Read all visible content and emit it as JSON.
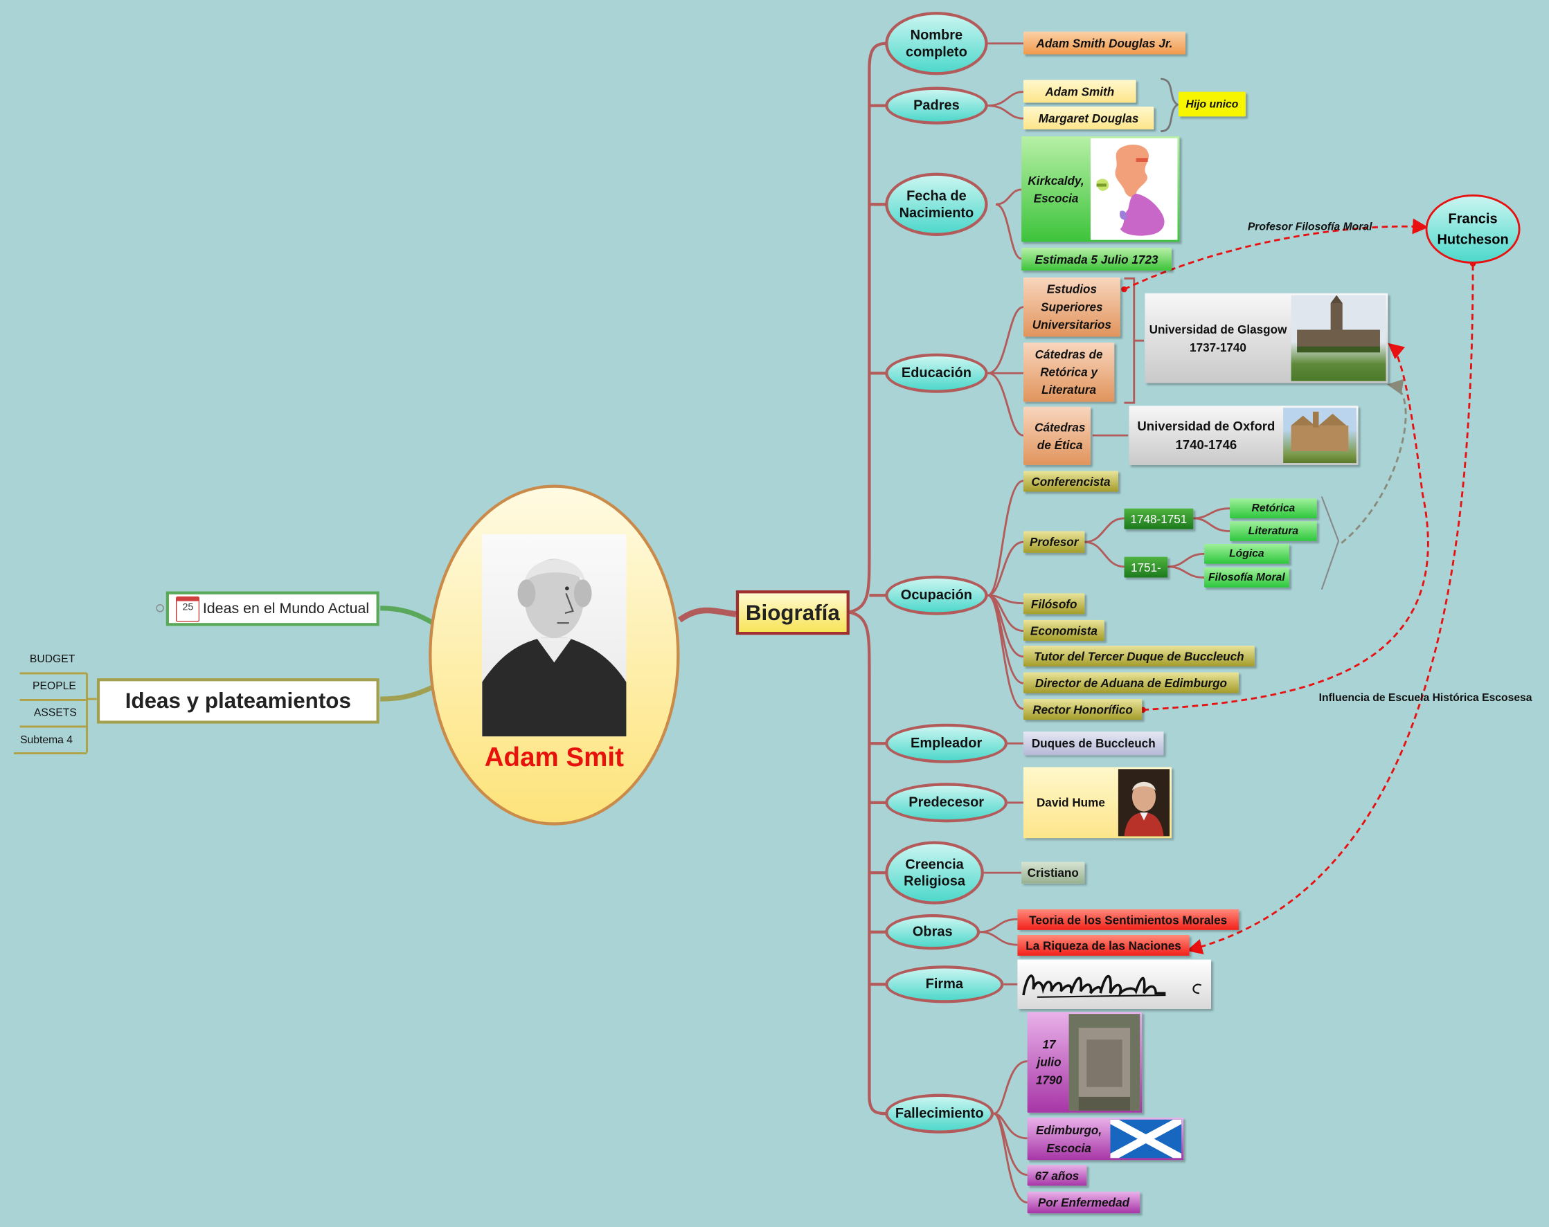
{
  "central": {
    "title": "Adam Smit"
  },
  "left": {
    "ideas_world": "Ideas en el Mundo Actual",
    "calendar_day": "25",
    "ideas_planteamientos": "Ideas y plateamientos",
    "subtopics": [
      "BUDGET",
      "PEOPLE",
      "ASSETS",
      "Subtema 4"
    ]
  },
  "biografia": {
    "title": "Biografía"
  },
  "branches": {
    "nombre": {
      "label": "Nombre completo",
      "value": "Adam Smith Douglas Jr."
    },
    "padres": {
      "label": "Padres",
      "father": "Adam Smith",
      "mother": "Margaret Douglas",
      "note": "Hijo unico"
    },
    "nacimiento": {
      "label": "Fecha de Nacimiento",
      "place": "Kirkcaldy, Escocia",
      "date": "Estimada 5 Julio 1723"
    },
    "educacion": {
      "label": "Educación",
      "estudios": "Estudios Superiores Universitarios",
      "catedras_ret": "Cátedras de Retórica y Literatura",
      "catedras_etica": "Cátedras de Ética",
      "glasgow": "Universidad de Glasgow 1737-1740",
      "oxford": "Universidad de Oxford 1740-1746"
    },
    "ocupacion": {
      "label": "Ocupación",
      "conferencista": "Conferencista",
      "profesor": "Profesor",
      "period1": "1748-1751",
      "period2": "1751-",
      "retorica": "Retórica",
      "literatura": "Literatura",
      "logica": "Lógica",
      "filosofia_moral": "Filosofía Moral",
      "filosofo": "Filósofo",
      "economista": "Economista",
      "tutor": "Tutor del Tercer Duque de Buccleuch",
      "director": "Director de Aduana de Edimburgo",
      "rector": "Rector Honorífico"
    },
    "empleador": {
      "label": "Empleador",
      "value": "Duques de Buccleuch"
    },
    "predecesor": {
      "label": "Predecesor",
      "value": "David Hume"
    },
    "creencia": {
      "label": "Creencia Religiosa",
      "value": "Cristiano"
    },
    "obras": {
      "label": "Obras",
      "work1": "Teoria de los Sentimientos Morales",
      "work2": "La Riqueza de las Naciones"
    },
    "firma": {
      "label": "Firma",
      "signature": "Adam Smith"
    },
    "fallecimiento": {
      "label": "Fallecimiento",
      "date": "17 julio 1790",
      "place": "Edimburgo, Escocia",
      "age": "67 años",
      "cause": "Por Enfermedad"
    }
  },
  "relations": {
    "hutcheson": "Francis Hutcheson",
    "profesor_rel": "Profesor Filosofía Moral",
    "influencia_rel": "Influencia de Escuela Histórica Escosesa"
  },
  "colors": {
    "background": "#a9d3d5",
    "connector": "#b35a5a",
    "central_title": "#e8120c",
    "relation_line": "#e81010"
  }
}
